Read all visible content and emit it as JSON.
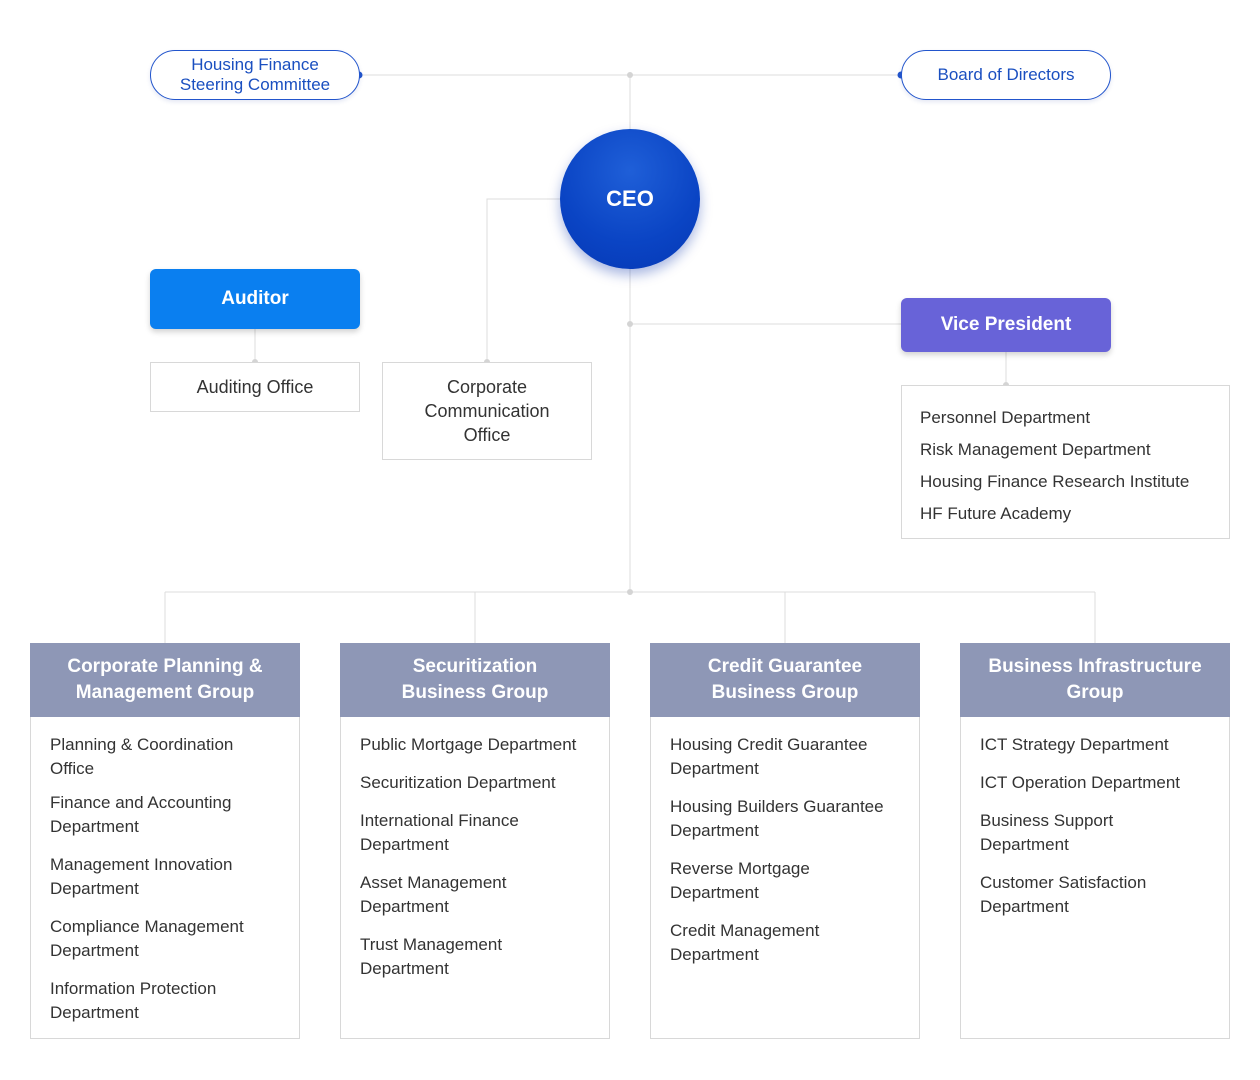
{
  "top": {
    "steering_committee": "Housing Finance\nSteering Committee",
    "board": "Board of Directors"
  },
  "ceo": "CEO",
  "auditor": {
    "title": "Auditor",
    "office": "Auditing Office"
  },
  "communication_office": "Corporate\nCommunication\nOffice",
  "vice_president": {
    "title": "Vice President",
    "departments": [
      "Personnel Department",
      "Risk Management Department",
      "Housing Finance Research Institute",
      "HF Future Academy"
    ]
  },
  "groups": [
    {
      "title": "Corporate Planning &\nManagement Group",
      "departments": [
        "Planning & Coordination\nOffice",
        "Finance and Accounting\nDepartment",
        "Management Innovation\nDepartment",
        "Compliance Management\nDepartment",
        "Information Protection\nDepartment"
      ]
    },
    {
      "title": "Securitization\nBusiness Group",
      "departments": [
        "Public Mortgage Department",
        "Securitization Department",
        "International Finance\nDepartment",
        "Asset Management\nDepartment",
        "Trust Management\nDepartment"
      ]
    },
    {
      "title": "Credit Guarantee\nBusiness Group",
      "departments": [
        "Housing Credit Guarantee\nDepartment",
        "Housing Builders Guarantee\nDepartment",
        "Reverse Mortgage\nDepartment",
        "Credit Management\nDepartment"
      ]
    },
    {
      "title": "Business Infrastructure\nGroup",
      "departments": [
        "ICT Strategy Department",
        "ICT Operation Department",
        "Business Support\nDepartment",
        "Customer Satisfaction\nDepartment"
      ]
    }
  ],
  "colors": {
    "ceo": "#0a44c4",
    "auditor": "#0a7ff0",
    "vice_president": "#6863d8",
    "group_header": "#8e97b6",
    "connector": "#dddddd",
    "pill_border": "#2255cc"
  }
}
